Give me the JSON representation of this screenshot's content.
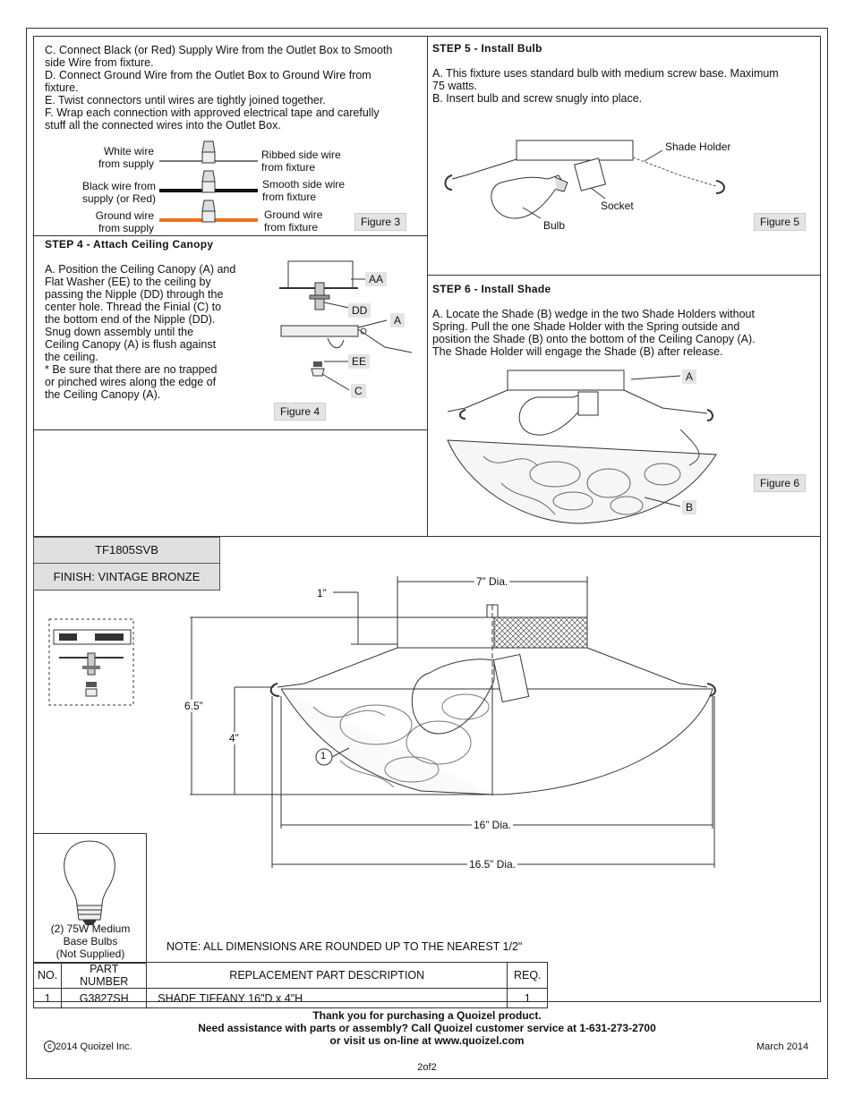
{
  "wiring": {
    "steps": [
      "C. Connect Black (or Red) Supply Wire from the Outlet Box to Smooth\n     side Wire from fixture.",
      "D. Connect Ground Wire from the Outlet Box to Ground Wire from\n     fixture.",
      "E. Twist connectors until wires are tightly joined together.",
      "F. Wrap each connection with approved electrical tape and carefully\n     stuff all the connected wires into the Outlet Box."
    ],
    "left_labels": [
      "White wire\nfrom supply",
      "Black wire from\nsupply (or Red)",
      "Ground wire\nfrom supply"
    ],
    "right_labels": [
      "Ribbed side wire\nfrom fixture",
      "Smooth side wire\nfrom fixture",
      "Ground wire\nfrom fixture"
    ],
    "figure": "Figure 3",
    "ground_color": "#e8731e"
  },
  "step4": {
    "title": "STEP  4 -  Attach Ceiling Canopy",
    "text": "A.  Position the Ceiling Canopy (A) and\n      Flat Washer (EE) to the ceiling by\n      passing the Nipple (DD) through the\n      center hole. Thread the Finial (C) to\n      the bottom end of the Nipple (DD).\n      Snug down assembly until the\n      Ceiling Canopy (A) is flush against\n      the ceiling.\n      *  Be sure that there are no trapped\n      or pinched wires along the edge of\n      the Ceiling Canopy (A).",
    "callouts": [
      "AA",
      "DD",
      "A",
      "EE",
      "C"
    ],
    "figure": "Figure 4"
  },
  "step5": {
    "title": "STEP 5 -  Install Bulb",
    "text": "A.  This fixture uses standard bulb with medium screw base. Maximum\n      75 watts.\nB.  Insert bulb and screw snugly into place.",
    "labels": [
      "Shade Holder",
      "Socket",
      "Bulb"
    ],
    "figure": "Figure 5"
  },
  "step6": {
    "title": "STEP 6 -  Install Shade",
    "text": "A.  Locate the Shade (B) wedge in the two Shade Holders without\n      Spring. Pull the one Shade Holder with the Spring outside and\n      position the Shade (B) onto the bottom of the Ceiling Canopy (A).\n      The Shade Holder will engage the Shade (B) after release.",
    "callouts": [
      "A",
      "B"
    ],
    "figure": "Figure 6"
  },
  "model": {
    "number": "TF1805SVB",
    "finish": "FINISH: VINTAGE BRONZE"
  },
  "dimensions": {
    "top_dia": "7” Dia.",
    "canopy_height": "1”",
    "total_height": "6.5”",
    "shade_height": "4”",
    "shade_dia": "16” Dia.",
    "outer_dia": "16.5” Dia.",
    "part_marker": "1"
  },
  "bulb_caption": "(2) 75W Medium\nBase Bulbs\n(Not Supplied)",
  "note": "NOTE:  ALL DIMENSIONS ARE ROUNDED UP TO THE NEAREST  1/2ʺ",
  "parts_table": {
    "headers": [
      "NO.",
      "PART NUMBER",
      "REPLACEMENT PART DESCRIPTION",
      "REQ."
    ],
    "rows": [
      [
        "1",
        "G3827SH",
        "SHADE TIFFANY 16\"D x 4\"H",
        "1"
      ]
    ]
  },
  "footer": {
    "thanks": "Thank you for purchasing a Quoizel product.",
    "assist": "Need assistance with parts or assembly? Call Quoizel customer service at 1-631-273-2700",
    "online": "or visit us on-line at www.quoizel.com",
    "copyright": "2014  Quoizel Inc.",
    "date": "March 2014",
    "page": "2of2"
  }
}
